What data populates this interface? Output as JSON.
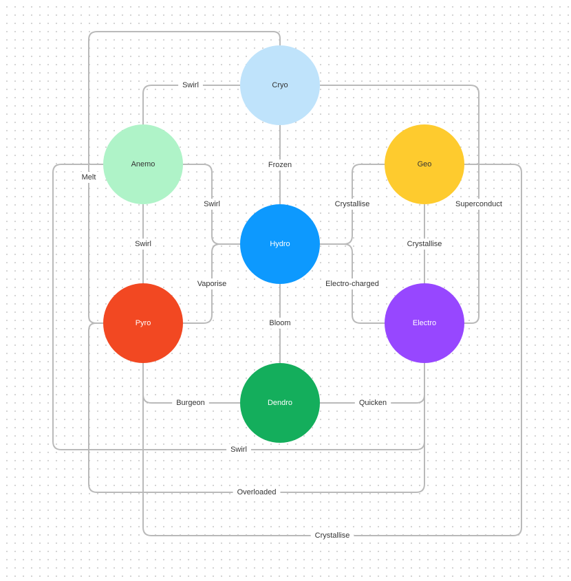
{
  "nodes": [
    {
      "id": "cryo",
      "label": "Cryo",
      "color": "#bfe3fb",
      "text_color": "#333333"
    },
    {
      "id": "anemo",
      "label": "Anemo",
      "color": "#aff3c8",
      "text_color": "#333333"
    },
    {
      "id": "geo",
      "label": "Geo",
      "color": "#fecb2e",
      "text_color": "#333333"
    },
    {
      "id": "hydro",
      "label": "Hydro",
      "color": "#0d99fe",
      "text_color": "#ffffff"
    },
    {
      "id": "pyro",
      "label": "Pyro",
      "color": "#f24822",
      "text_color": "#ffffff"
    },
    {
      "id": "electro",
      "label": "Electro",
      "color": "#9747ff",
      "text_color": "#ffffff"
    },
    {
      "id": "dendro",
      "label": "Dendro",
      "color": "#14ae5c",
      "text_color": "#ffffff"
    }
  ],
  "edges": [
    {
      "id": "cryo-anemo",
      "label": "Swirl"
    },
    {
      "id": "cryo-hydro",
      "label": "Frozen"
    },
    {
      "id": "cryo-electro",
      "label": "Superconduct"
    },
    {
      "id": "cryo-pyro",
      "label": "Melt"
    },
    {
      "id": "anemo-hydro",
      "label": "Swirl"
    },
    {
      "id": "anemo-pyro",
      "label": "Swirl"
    },
    {
      "id": "anemo-electro",
      "label": "Swirl"
    },
    {
      "id": "geo-hydro",
      "label": "Crystallise"
    },
    {
      "id": "geo-electro",
      "label": "Crystallise"
    },
    {
      "id": "geo-pyro",
      "label": "Crystallise"
    },
    {
      "id": "hydro-pyro",
      "label": "Vaporise"
    },
    {
      "id": "hydro-electro",
      "label": "Electro-charged"
    },
    {
      "id": "hydro-dendro",
      "label": "Bloom"
    },
    {
      "id": "pyro-dendro",
      "label": "Burgeon"
    },
    {
      "id": "pyro-electro",
      "label": "Overloaded"
    },
    {
      "id": "dendro-electro",
      "label": "Quicken"
    }
  ]
}
